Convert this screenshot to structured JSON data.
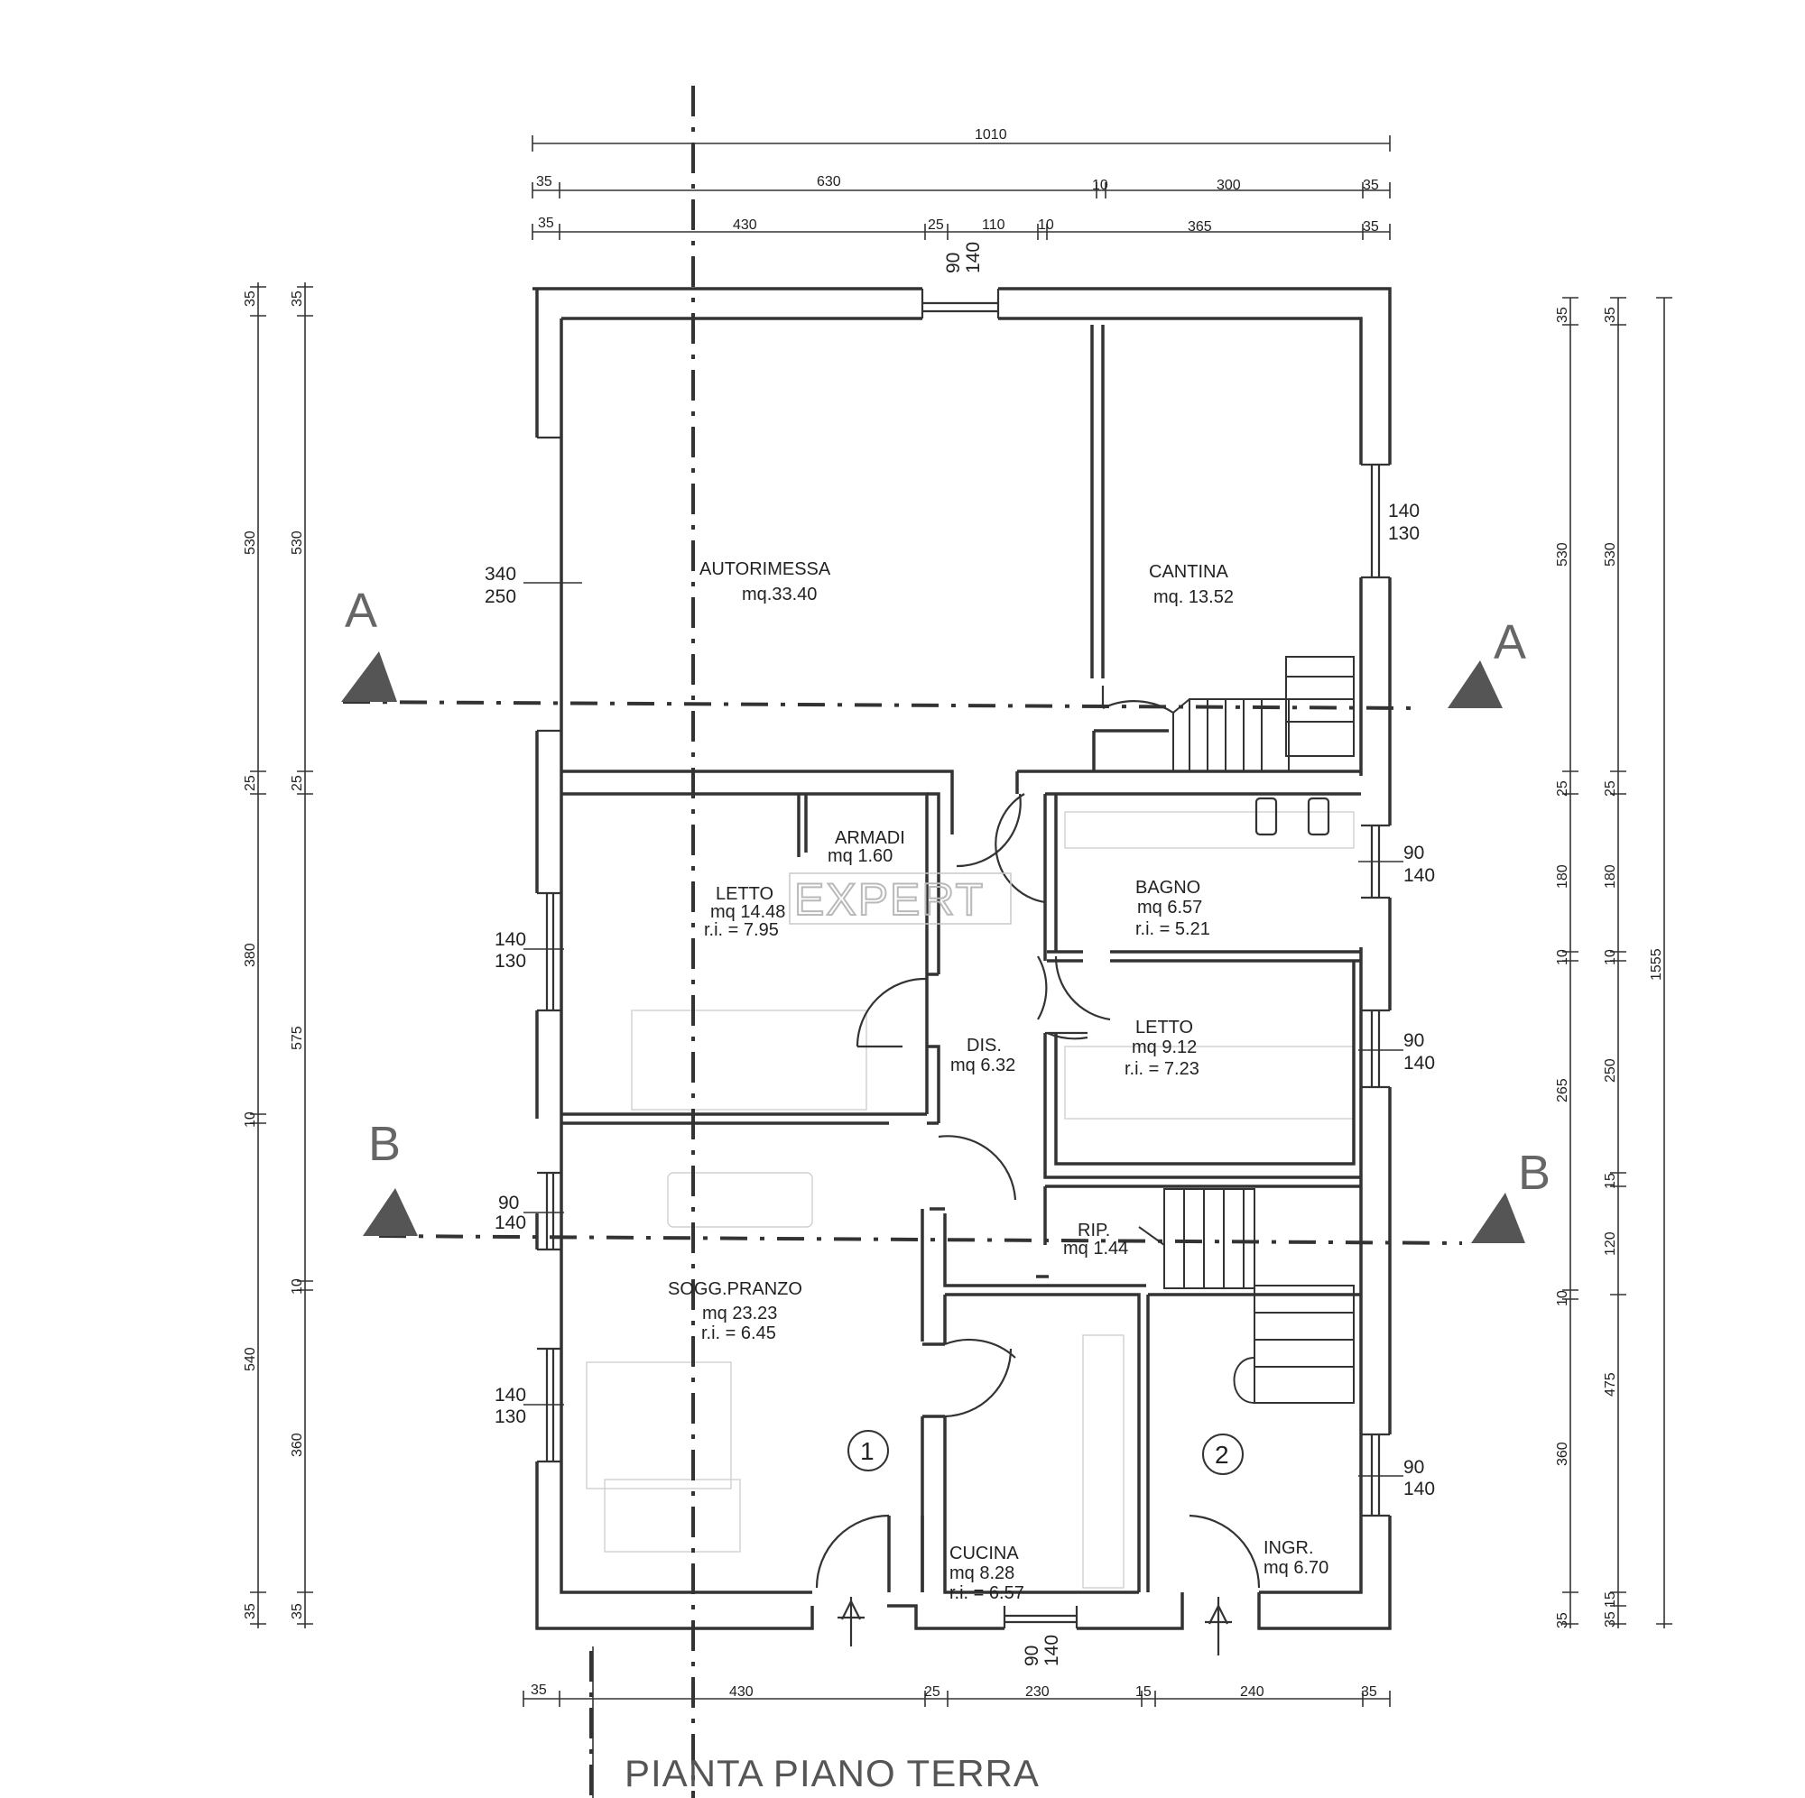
{
  "plan": {
    "title": "PIANTA PIANO TERRA",
    "watermark": "EXPERT"
  },
  "rooms": {
    "autorimessa": {
      "name": "AUTORIMESSA",
      "area": "mq.33.40"
    },
    "cantina": {
      "name": "CANTINA",
      "area": "mq. 13.52"
    },
    "armadi": {
      "name": "ARMADI",
      "area": "mq 1.60"
    },
    "letto1": {
      "name": "LETTO",
      "area": "mq 14.48",
      "ri": "r.i. = 7.95"
    },
    "bagno": {
      "name": "BAGNO",
      "area": "mq 6.57",
      "ri": "r.i. = 5.21"
    },
    "letto2": {
      "name": "LETTO",
      "area": "mq 9.12",
      "ri": "r.i. = 7.23"
    },
    "dis": {
      "name": "DIS.",
      "area": "mq 6.32"
    },
    "rip": {
      "name": "RIP.",
      "area": "mq 1.44"
    },
    "soggiorno": {
      "name": "SOGG.PRANZO",
      "area": "mq 23.23",
      "ri": "r.i. = 6.45"
    },
    "cucina": {
      "name": "CUCINA",
      "area": "mq 8.28",
      "ri": "r.i. = 6.57"
    },
    "ingresso": {
      "name": "INGR.",
      "area": "mq 6.70"
    }
  },
  "units": {
    "u1": "1",
    "u2": "2"
  },
  "sections": {
    "a": "A",
    "b": "B"
  },
  "top_dims": {
    "overall": "1010",
    "row2": [
      "35",
      "630",
      "10",
      "300",
      "35"
    ],
    "row3": [
      "35",
      "430",
      "25",
      "110",
      "10",
      "365",
      "35"
    ]
  },
  "bottom_dims": [
    "35",
    "430",
    "25",
    "230",
    "15",
    "240",
    "35"
  ],
  "left_dims_outer": [
    "35",
    "530",
    "25",
    "380",
    "10",
    "540",
    "35"
  ],
  "left_dims_inner": [
    "35",
    "530",
    "25",
    "575",
    "10",
    "360",
    "35"
  ],
  "right_dims_inner": [
    "35",
    "530",
    "25",
    "180",
    "10",
    "265",
    "10",
    "360",
    "35"
  ],
  "right_dims_outer": [
    "35",
    "530",
    "25",
    "180",
    "10",
    "250",
    "15",
    "120",
    "475",
    "15",
    "35"
  ],
  "right_overall": "1555",
  "windows": {
    "top": [
      "90",
      "140"
    ],
    "right_cantina": [
      "140",
      "130"
    ],
    "left_autorimessa": [
      "340",
      "250"
    ],
    "left_letto": [
      "140",
      "130"
    ],
    "left_sogg1": [
      "90",
      "140"
    ],
    "left_sogg2": [
      "140",
      "130"
    ],
    "right_bagno": [
      "90",
      "140"
    ],
    "right_letto": [
      "90",
      "140"
    ],
    "right_ingr": [
      "90",
      "140"
    ],
    "bottom": [
      "90",
      "140"
    ]
  }
}
